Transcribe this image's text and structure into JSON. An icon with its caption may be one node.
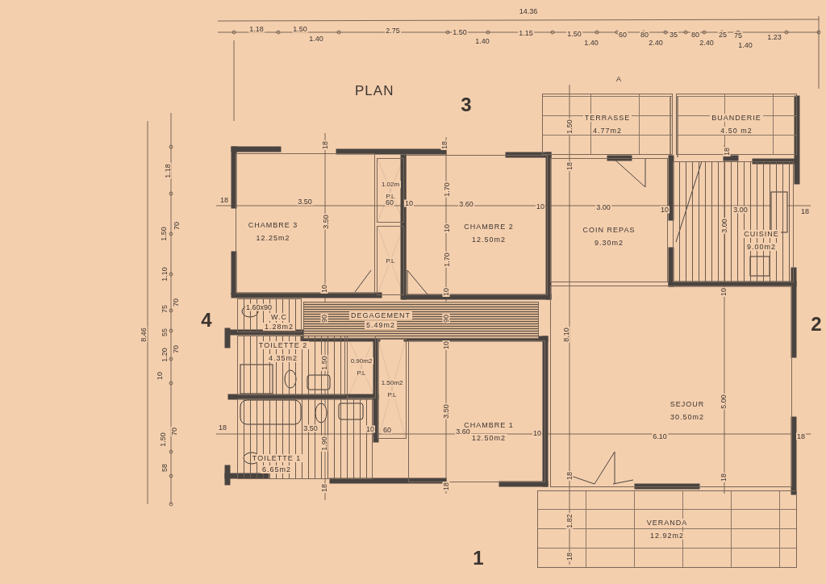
{
  "diagram": {
    "title": "PLAN",
    "nodes": [
      {
        "text": [
          "CHAMBRE 3",
          "12.25m2"
        ]
      },
      {
        "text": [
          "1.02m",
          "P.L"
        ]
      },
      {
        "text": [
          "P.L"
        ]
      },
      {
        "text": [
          "CHAMBRE 2",
          "12.50m2"
        ]
      },
      {
        "text": [
          "TERRASSE",
          "4.77m2"
        ]
      },
      {
        "text": [
          "BUANDERIE",
          "4.50 m2"
        ]
      },
      {
        "text": [
          "COIN REPAS",
          "9.30m2"
        ]
      },
      {
        "text": [
          "CUISINE",
          "9.00m2"
        ]
      },
      {
        "text": [
          "W.C",
          "1.28m2"
        ]
      },
      {
        "text": [
          "DEGAGEMENT",
          "5.49m2"
        ]
      },
      {
        "text": [
          "TOILETTE 2",
          "4.35m2"
        ]
      },
      {
        "text": [
          "0.90m2",
          "P.L"
        ]
      },
      {
        "text": [
          "1.50m2",
          "P.L"
        ]
      },
      {
        "text": [
          "TOILETTE 1",
          "6.65m2"
        ]
      },
      {
        "text": [
          "CHAMBRE 1",
          "12.50m2"
        ]
      },
      {
        "text": [
          "SEJOUR",
          "30.50m2"
        ]
      },
      {
        "text": [
          "VERANDA",
          "12.92m2"
        ]
      }
    ],
    "labels": [
      "14.36",
      "1.18",
      "1.50",
      "1.40",
      "2.75",
      "1.50",
      "1.40",
      "1.15",
      "1.50",
      "1.40",
      "60",
      "80",
      "2.40",
      "35",
      "80",
      "2.40",
      "25",
      "75",
      "1.40",
      "1.23",
      "A",
      "3",
      "1.18",
      "1.50",
      "70",
      "1.10",
      "75",
      "70",
      "55",
      "1.20",
      "70",
      "10",
      "1.50",
      "70",
      "58",
      "8.46",
      "4",
      "18",
      "18",
      "3.50",
      "3.50",
      "60",
      "10",
      "18",
      "1.70",
      "10",
      "3.60",
      "1.70",
      "10",
      "1.50",
      "18",
      "3.00",
      "10",
      "18",
      "3.00",
      "3.00",
      "18",
      "10",
      "90",
      "1.60x90",
      "90",
      "10",
      "10",
      "1.50",
      "10",
      "8.10",
      "3.50",
      "18",
      "3.50",
      "10",
      "60",
      "3.60",
      "10",
      "6.10",
      "18",
      "5.00",
      "1.90",
      "18",
      "18",
      "18",
      "18",
      "1.82",
      "18",
      "1",
      "2"
    ]
  }
}
